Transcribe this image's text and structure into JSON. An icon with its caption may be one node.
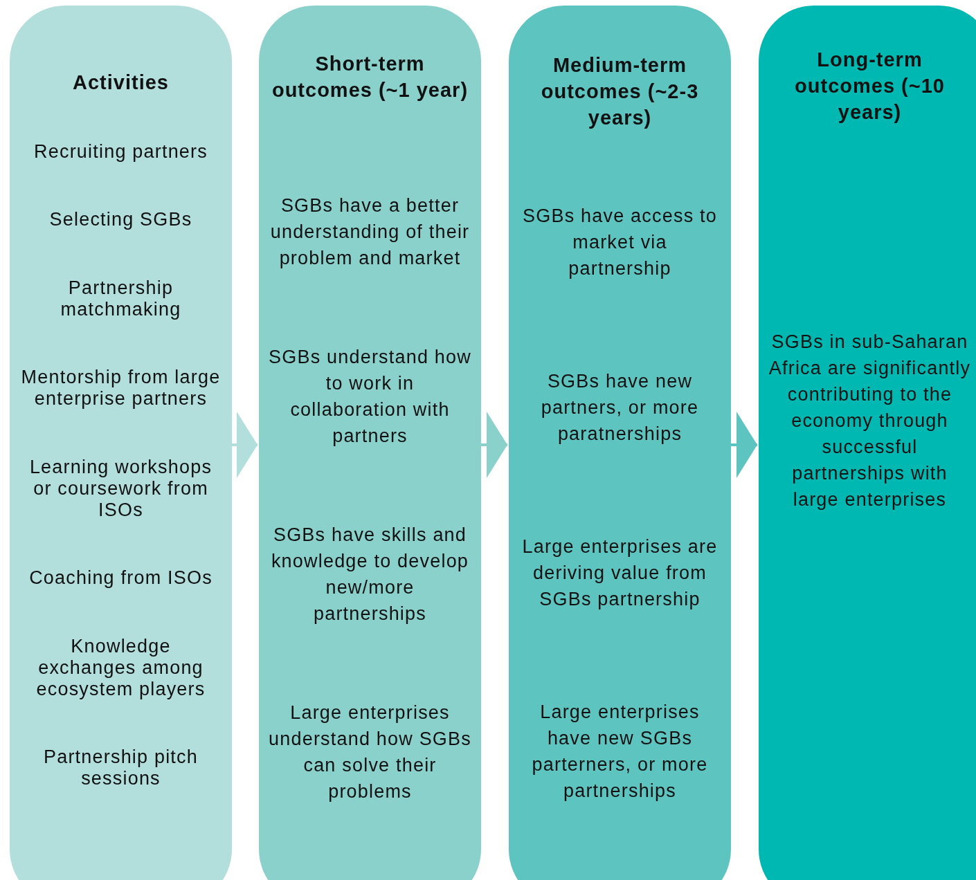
{
  "diagram": {
    "nodes": [
      {
        "text": [
          "Activities",
          "Recruiting partners",
          "Selecting SGBs",
          "Partnership matchmaking",
          "Mentorship from large enterprise partners",
          "Learning workshops or coursework from ISOs",
          "Coaching from ISOs",
          "Knowledge exchanges among ecosystem players",
          "Partnership pitch sessions"
        ]
      },
      {
        "text": [
          "Short-term outcomes (~1 year)",
          "SGBs have a better understanding of their problem and market",
          "SGBs understand how to work in collaboration with partners",
          "SGBs have skills and knowledge to develop new/more partnerships",
          "Large enterprises understand how SGBs can solve their problems"
        ]
      },
      {
        "text": [
          "Medium-term outcomes (~2-3 years)",
          "SGBs have access to market via partnership",
          "SGBs have new partners, or more paratnerships",
          "Large enterprises are deriving value from SGBs partnership",
          "Large enterprises have new SGBs parterners, or more partnerships"
        ]
      },
      {
        "text": [
          "Long-term outcomes (~10 years)",
          "SGBs in sub-Saharan Africa are significantly contributing to the economy through successful partnerships with large enterprises"
        ]
      }
    ],
    "edges": [
      {
        "from": 0,
        "to": 1,
        "arrow": "to"
      },
      {
        "from": 1,
        "to": 2,
        "arrow": "to"
      },
      {
        "from": 2,
        "to": 3,
        "arrow": "to"
      }
    ]
  }
}
